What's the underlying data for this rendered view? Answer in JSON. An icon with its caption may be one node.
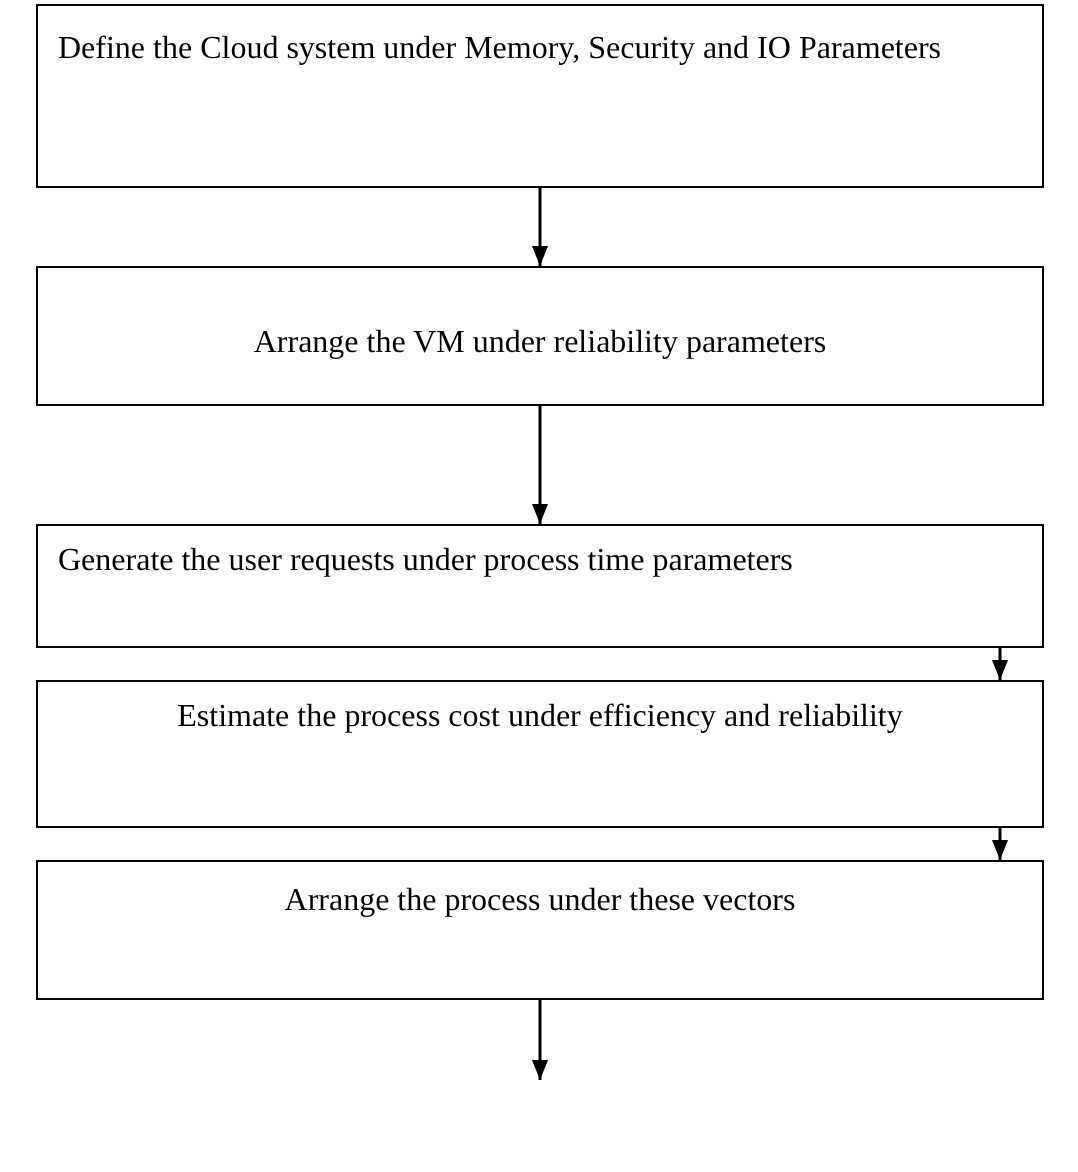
{
  "diagram": {
    "nodes": [
      {
        "text": [
          "Define the Cloud system under Memory, Security and IO Parameters"
        ]
      },
      {
        "text": [
          "Arrange the VM under reliability parameters"
        ]
      },
      {
        "text": [
          "Generate the user requests under process time parameters"
        ]
      },
      {
        "text": [
          "Estimate the process cost under efficiency and reliability"
        ]
      },
      {
        "text": [
          "Arrange the process under these vectors"
        ]
      }
    ],
    "edges": [
      {
        "from": 0,
        "to": 1,
        "arrow": "to"
      },
      {
        "from": 1,
        "to": 2,
        "arrow": "to"
      },
      {
        "from": 2,
        "to": 3,
        "arrow": "to"
      },
      {
        "from": 3,
        "to": 4,
        "arrow": "to"
      },
      {
        "from": 4,
        "to": null,
        "arrow": "to"
      }
    ]
  }
}
